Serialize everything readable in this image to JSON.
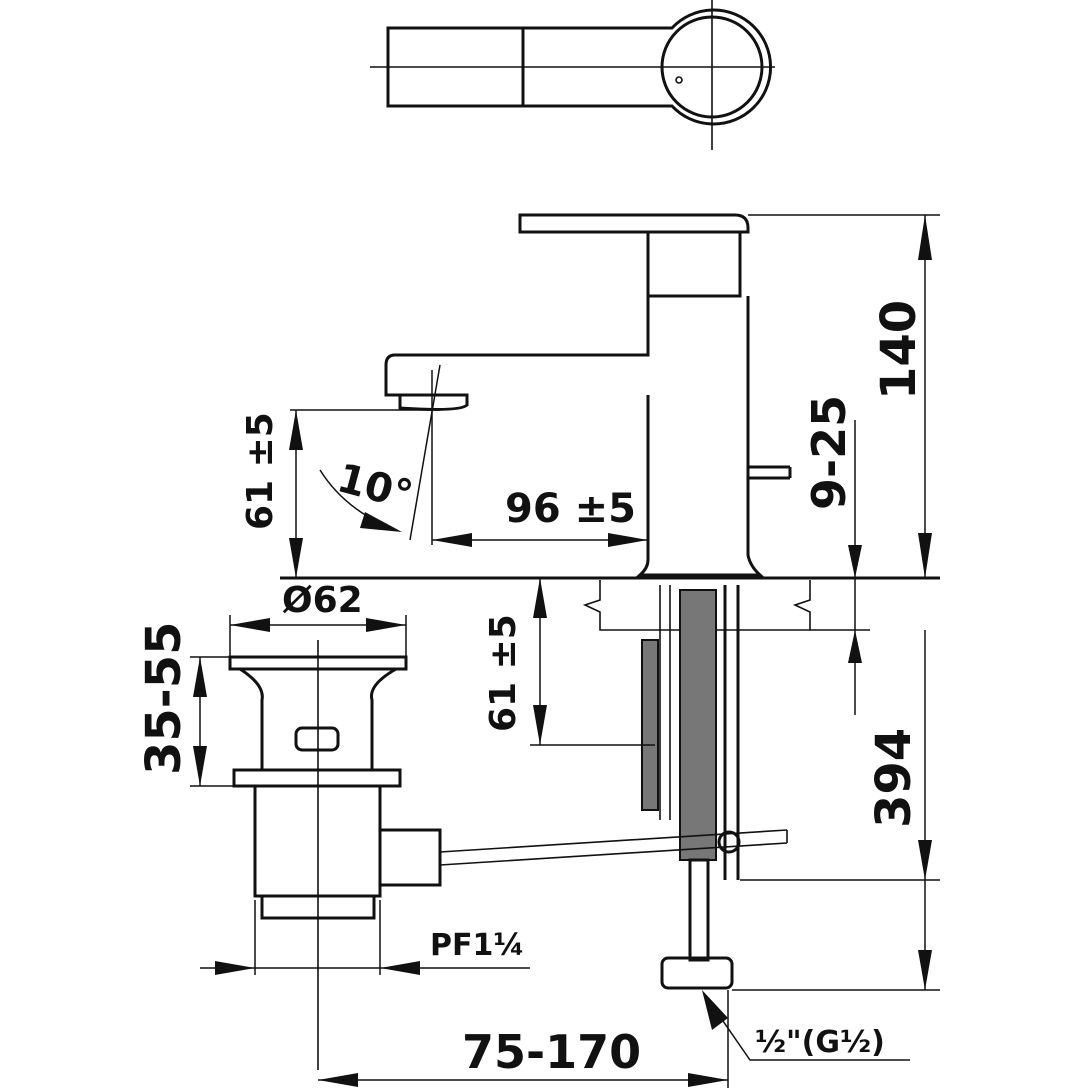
{
  "dimensions": {
    "height_total": "140",
    "height_range": "9-25",
    "spout_height_left": "61 ±5",
    "spout_angle": "10°",
    "spout_reach": "96 ±5",
    "drain_diameter": "Ø62",
    "drain_height": "35-55",
    "under_height": "61 ±5",
    "hose_length": "394",
    "drain_thread": "PF1¼",
    "drain_offset": "75-170",
    "hose_thread": "½\"(G½)"
  },
  "colors": {
    "ink": "#111111",
    "paper": "#ffffff"
  }
}
